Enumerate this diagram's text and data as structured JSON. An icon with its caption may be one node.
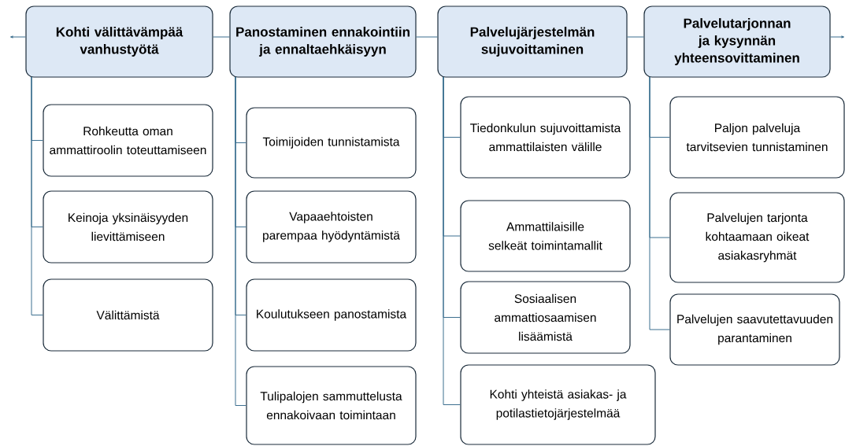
{
  "diagram": {
    "nodes": [
      {
        "text": [
          "Kohti välittävämpää vanhustyötä"
        ]
      },
      {
        "text": [
          "Rohkeutta oman ammattiroolin toteuttamiseen"
        ]
      },
      {
        "text": [
          "Keinoja yksinäisyyden lievittämiseen"
        ]
      },
      {
        "text": [
          "Välittämistä"
        ]
      },
      {
        "text": [
          "Panostaminen ennakointiin ja ennaltaehkäisyyn"
        ]
      },
      {
        "text": [
          "Toimijoiden tunnistamista"
        ]
      },
      {
        "text": [
          "Vapaaehtoisten parempaa hyödyntämistä"
        ]
      },
      {
        "text": [
          "Koulutukseen panostamista"
        ]
      },
      {
        "text": [
          "Tulipalojen sammuttelusta ennakoivaan toimintaan"
        ]
      },
      {
        "text": [
          "Palvelujärjestelmän sujuvoittaminen"
        ]
      },
      {
        "text": [
          "Tiedonkulun sujuvoittamista ammattilaisten välille"
        ]
      },
      {
        "text": [
          "Ammattilaisille selkeät toimintamallit"
        ]
      },
      {
        "text": [
          "Sosiaalisen ammattiosaamisen lisäämistä"
        ]
      },
      {
        "text": [
          "Kohti yhteistä asiakas- ja potilastietojärjestelmää"
        ]
      },
      {
        "text": [
          "Palvelutarjonnan ja kysynnän yhteensovittaminen"
        ]
      },
      {
        "text": [
          "Paljon palveluja tarvitsevien tunnistaminen"
        ]
      },
      {
        "text": [
          "Palvelujen tarjonta kohtaamaan oikeat asiakasryhmät"
        ]
      },
      {
        "text": [
          "Palvelujen saavutettavuuden parantaminen"
        ]
      }
    ],
    "edges": [
      {
        "from": 0,
        "to": null,
        "arrow": "to"
      },
      {
        "from": 0,
        "to": 4,
        "arrow": "none"
      },
      {
        "from": 4,
        "to": 9,
        "arrow": "none"
      },
      {
        "from": 9,
        "to": 14,
        "arrow": "none"
      },
      {
        "from": 14,
        "to": null,
        "arrow": "to"
      },
      {
        "from": 0,
        "to": 1,
        "arrow": "none"
      },
      {
        "from": 0,
        "to": 2,
        "arrow": "none"
      },
      {
        "from": 0,
        "to": 3,
        "arrow": "none"
      },
      {
        "from": 4,
        "to": 5,
        "arrow": "none"
      },
      {
        "from": 4,
        "to": 6,
        "arrow": "none"
      },
      {
        "from": 4,
        "to": 7,
        "arrow": "none"
      },
      {
        "from": 4,
        "to": 8,
        "arrow": "none"
      },
      {
        "from": 9,
        "to": 10,
        "arrow": "none"
      },
      {
        "from": 9,
        "to": 11,
        "arrow": "none"
      },
      {
        "from": 9,
        "to": 12,
        "arrow": "none"
      },
      {
        "from": 9,
        "to": 13,
        "arrow": "none"
      },
      {
        "from": 14,
        "to": 15,
        "arrow": "none"
      },
      {
        "from": 14,
        "to": 16,
        "arrow": "none"
      },
      {
        "from": 14,
        "to": 17,
        "arrow": "none"
      }
    ]
  }
}
